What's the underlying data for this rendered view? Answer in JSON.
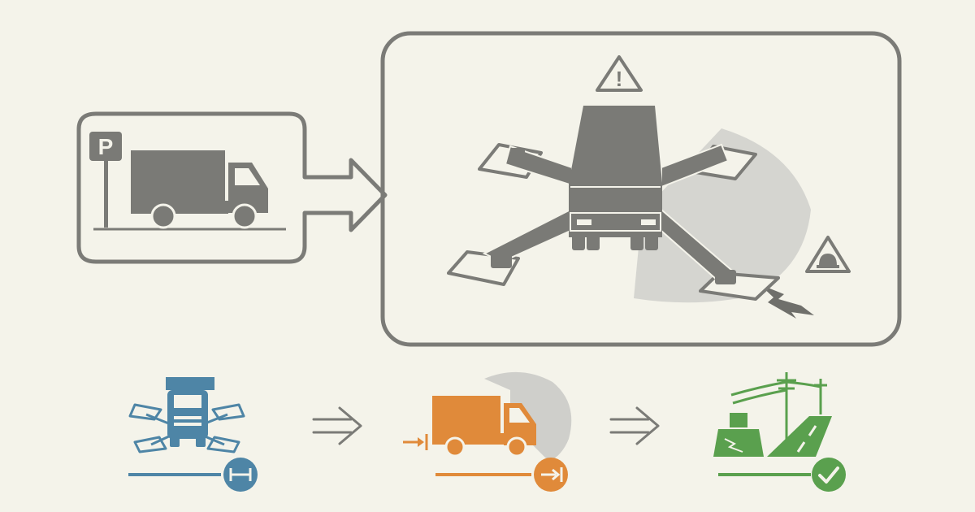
{
  "parking": {
    "sign_letter": "P"
  },
  "warnings": {
    "general_symbol": "!"
  },
  "icons": {
    "truck": "truck-icon",
    "parking_sign": "parking-sign-icon",
    "warning": "warning-triangle-icon",
    "hard_hat_warning": "hard-hat-warning-icon",
    "arrow": "arrow-right-icon",
    "checkmark": "checkmark-icon",
    "measure": "width-measure-icon",
    "setback": "setback-arrow-icon",
    "power_line": "power-line-icon",
    "road": "road-icon"
  },
  "colors": {
    "background": "#f4f3ea",
    "line_gray": "#7b7b77",
    "fill_gray": "#7a7a76",
    "swing_gray": "#cfcfcb",
    "step_blue": "#4e85a6",
    "step_orange": "#e08a3a",
    "step_green": "#5aa04e"
  },
  "steps": [
    {
      "name": "stabilize",
      "color": "#4e85a6",
      "badge": "width-measure-icon"
    },
    {
      "name": "clearance",
      "color": "#e08a3a",
      "badge": "setback-arrow-icon"
    },
    {
      "name": "site-ready",
      "color": "#5aa04e",
      "badge": "checkmark-icon"
    }
  ]
}
